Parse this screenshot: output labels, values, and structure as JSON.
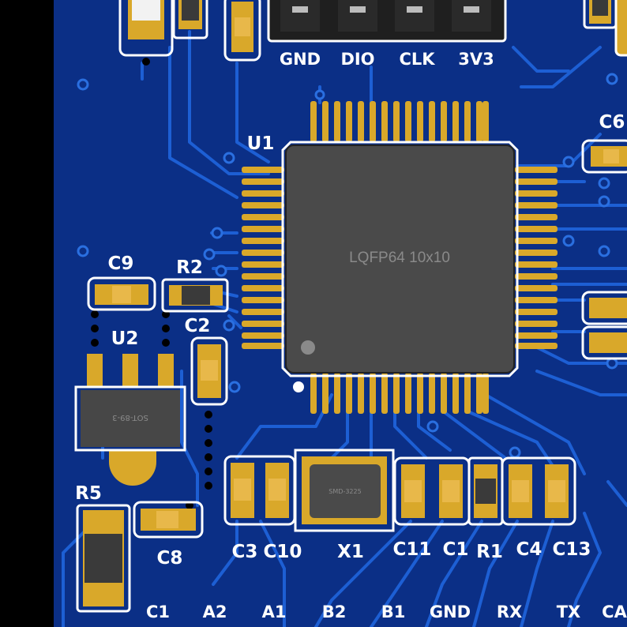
{
  "colors": {
    "board": "#0a2a7a",
    "copper_pour": "#0b3a9e",
    "trace": "#1a5fd6",
    "pad_gold": "#d9a82a",
    "silkscreen": "#ffffff",
    "chip_body": "#4a4a4a",
    "edge": "#000000"
  },
  "header": {
    "pins": [
      "GND",
      "DIO",
      "CLK",
      "3V3"
    ]
  },
  "chip_u1": {
    "designator": "U1",
    "package": "LQFP64 10x10"
  },
  "chip_u2": {
    "designator": "U2",
    "package": "SOT-89-3"
  },
  "crystal": {
    "designator": "X1",
    "package": "SMD-3225"
  },
  "components": {
    "c6": "C6",
    "c9": "C9",
    "r2": "R2",
    "c2": "C2",
    "r5": "R5",
    "c8": "C8",
    "c3": "C3",
    "c10": "C10",
    "c11": "C11",
    "c1": "C1",
    "r1": "R1",
    "c4": "C4",
    "c13": "C13"
  },
  "bottom_pins": [
    "C1",
    "A2",
    "A1",
    "B2",
    "B1",
    "GND",
    "RX",
    "TX",
    "CA"
  ]
}
